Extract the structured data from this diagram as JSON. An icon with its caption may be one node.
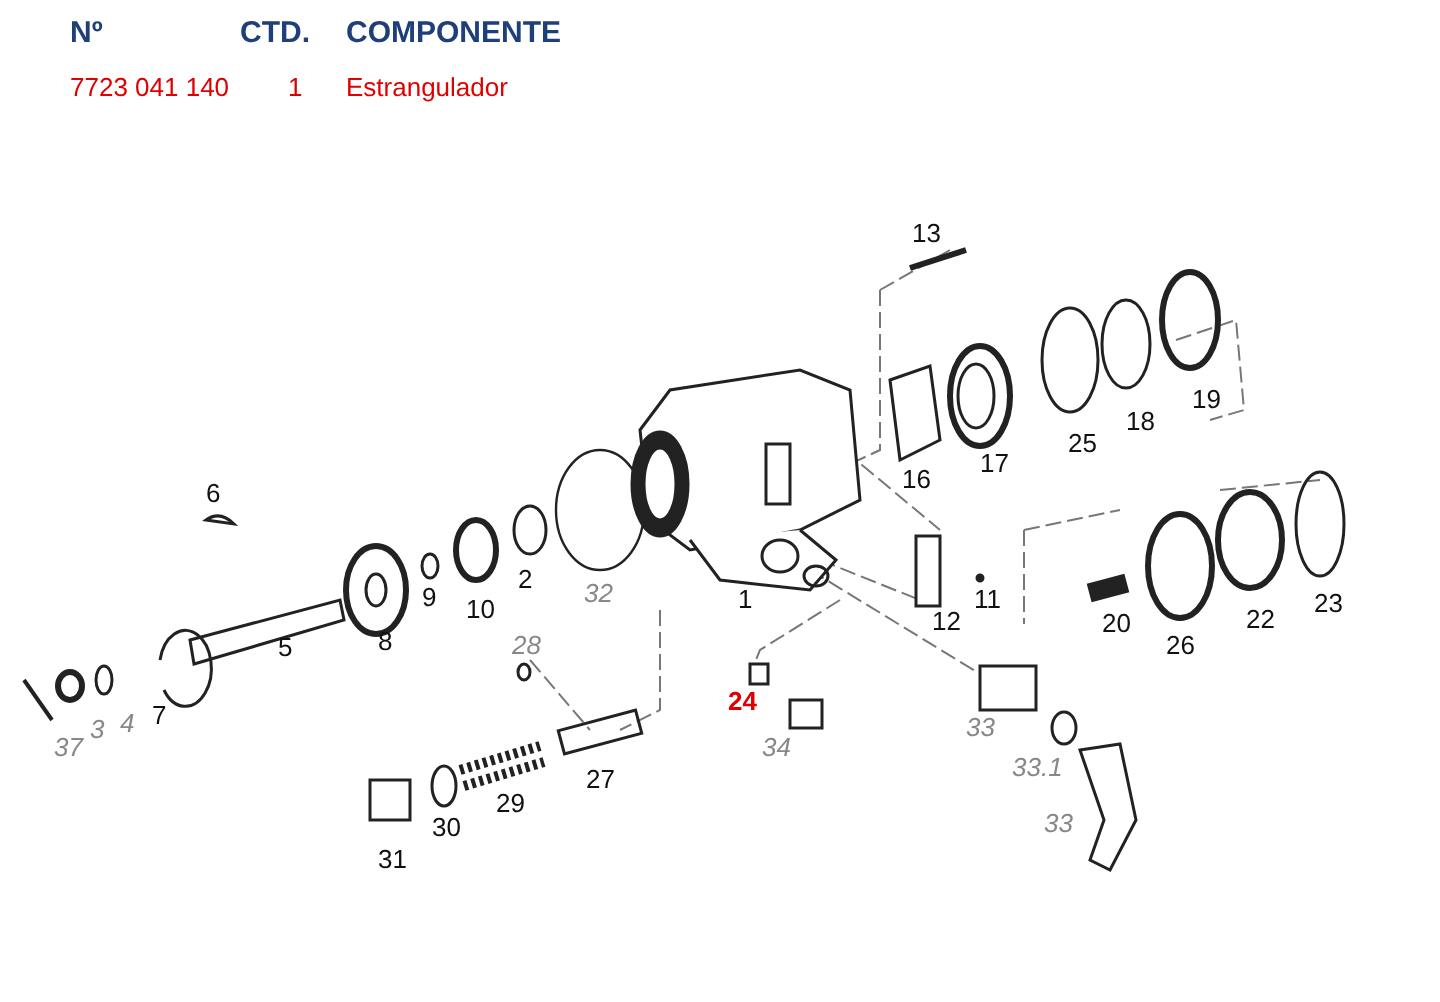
{
  "diagram": {
    "labels": [
      "Nº",
      "CTD.",
      "COMPONENTE",
      "7723 041 140",
      "1",
      "Estrangulador",
      "13",
      "19",
      "18",
      "25",
      "17",
      "16",
      "6",
      "2",
      "32",
      "9",
      "10",
      "8",
      "1",
      "11",
      "23",
      "22",
      "20",
      "12",
      "5",
      "26",
      "28",
      "7",
      "3",
      "4",
      "37",
      "24",
      "33",
      "34",
      "33.1",
      "27",
      "29",
      "33",
      "30",
      "31"
    ]
  }
}
